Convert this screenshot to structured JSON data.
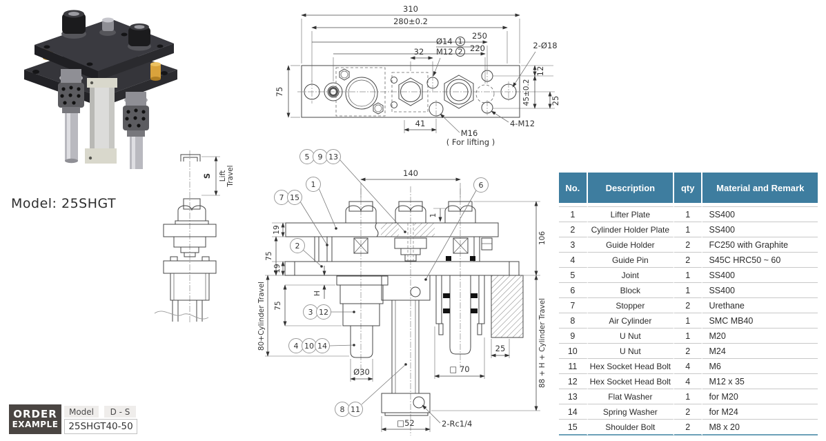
{
  "model_label": "Model: 25SHGT",
  "order_example": {
    "line1": "ORDER",
    "line2": "EXAMPLE",
    "field_label": "Model",
    "field_code": "D - S",
    "value": "25SHGT40-50"
  },
  "table": {
    "headers": [
      "No.",
      "Description",
      "qty",
      "Material and Remark"
    ],
    "rows": [
      [
        "1",
        "Lifter Plate",
        "1",
        "SS400"
      ],
      [
        "2",
        "Cylinder Holder Plate",
        "1",
        "SS400"
      ],
      [
        "3",
        "Guide Holder",
        "2",
        "FC250 with Graphite"
      ],
      [
        "4",
        "Guide Pin",
        "2",
        "S45C HRC50 ~ 60"
      ],
      [
        "5",
        "Joint",
        "1",
        "SS400"
      ],
      [
        "6",
        "Block",
        "1",
        "SS400"
      ],
      [
        "7",
        "Stopper",
        "2",
        "Urethane"
      ],
      [
        "8",
        "Air Cylinder",
        "1",
        "SMC MB40"
      ],
      [
        "9",
        "U Nut",
        "1",
        "M20"
      ],
      [
        "10",
        "U Nut",
        "2",
        "M24"
      ],
      [
        "11",
        "Hex Socket Head Bolt",
        "4",
        "M6"
      ],
      [
        "12",
        "Hex Socket Head Bolt",
        "4",
        "M12 x 35"
      ],
      [
        "13",
        "Flat Washer",
        "1",
        "for M20"
      ],
      [
        "14",
        "Spring Washer",
        "2",
        "for M24"
      ],
      [
        "15",
        "Shoulder Bolt",
        "2",
        "M8 x 20"
      ]
    ]
  },
  "top_view": {
    "dims": {
      "total_width": "310",
      "tol_width": "280±0.2",
      "d250": "250",
      "d32": "32",
      "hole_dia": "Ø14",
      "hole_ref": "1",
      "thread": "M12",
      "thread_ref": "2",
      "d220": "220",
      "corner_holes": "2-Ø18",
      "d12": "12",
      "d45": "45±0.2",
      "d25": "25",
      "plate_depth": "75",
      "d41": "41",
      "lift_thread": "M16",
      "lift_note": "( For lifting )",
      "mount_holes": "4-M12"
    }
  },
  "side_view": {
    "stroke_label": "S",
    "lift_travel_1": "Lift",
    "lift_travel_2": "Travel"
  },
  "front_view": {
    "dims": {
      "d140": "140",
      "d1": "1",
      "d19_top": "19",
      "d75_mid": "75",
      "d19_bot": "19",
      "d75_low": "75",
      "h_label": "H",
      "d106": "106",
      "d80": "80+Cylinder Travel",
      "d88": "88 + H + Cylinder Travel",
      "rod_dia": "Ø30",
      "sq52": "□52",
      "sq70": "□ 70",
      "d25": "25",
      "ports": "2-Rc1/4"
    },
    "balloons": {
      "top": [
        "5",
        "9",
        "13"
      ],
      "lifter": [
        "1"
      ],
      "stopper": [
        "7",
        "15"
      ],
      "holder_plate": [
        "2"
      ],
      "guide_holder": [
        "3",
        "12"
      ],
      "guide_pin": [
        "4",
        "10",
        "14"
      ],
      "cylinder": [
        "8",
        "11"
      ],
      "block": [
        "6"
      ]
    }
  }
}
